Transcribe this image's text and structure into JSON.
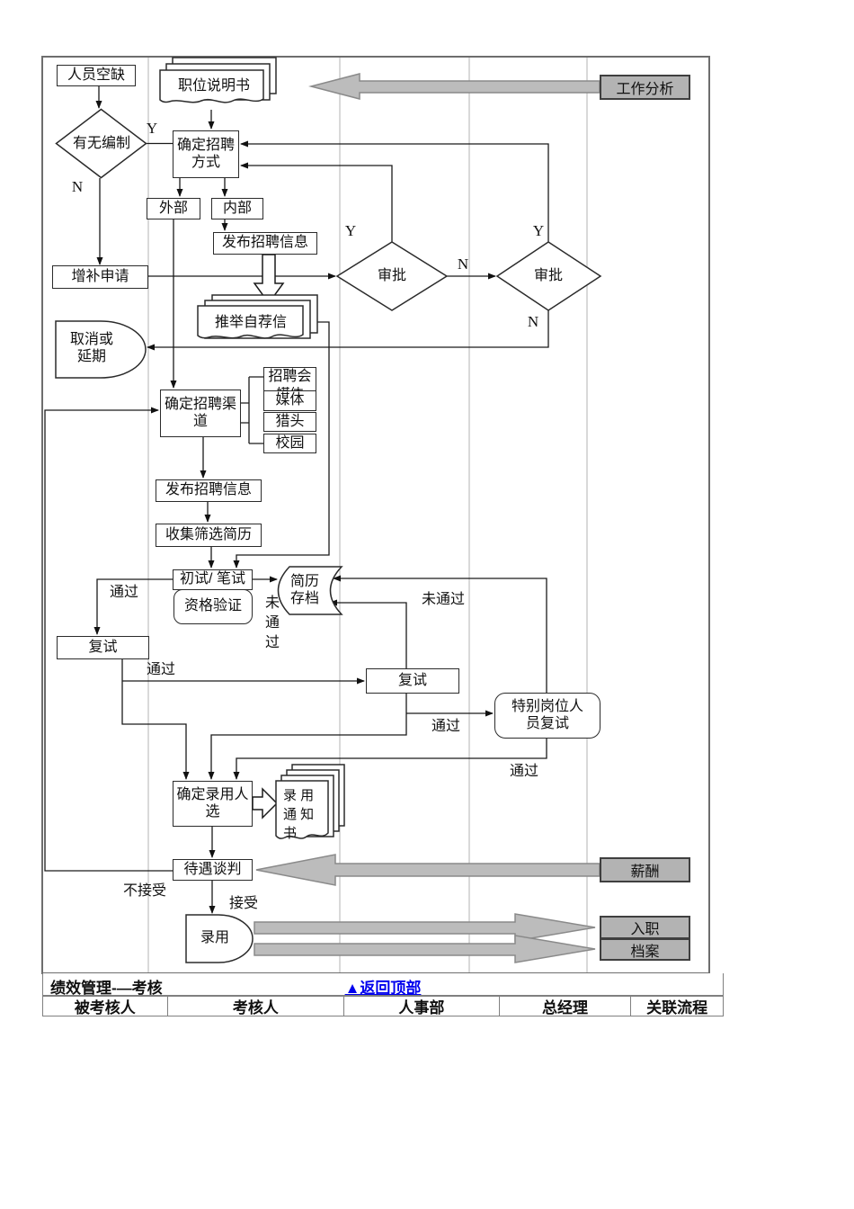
{
  "nodes": {
    "vacancy": "人员空缺",
    "headcount": "有无编制",
    "job_desc": "职位说明书",
    "confirm_method": "确定招聘\n方式",
    "external": "外部",
    "internal": "内部",
    "publish_info": "发布招聘信息",
    "supplement": "增补申请",
    "approval": "审批",
    "letters": "推举自荐信",
    "cancel": "取消或\n延期",
    "confirm_channel": "确定招聘渠\n道",
    "channels": [
      "招聘会",
      "媒体",
      "猎头",
      "校园"
    ],
    "channel_clipped": "媒体",
    "collect": "收集筛选简历",
    "first_test": "初试/ 笔试",
    "qualification": "资格验证",
    "resume_archive": "简历\n存档",
    "retest": "复试",
    "special_retest": "特别岗位人\n员复试",
    "confirm_hire": "确定录用人\n选",
    "offer_letter": "录 用\n通 知\n书",
    "negotiation": "待遇谈判",
    "hire": "录用"
  },
  "edge_labels": {
    "yes": "Y",
    "no": "N",
    "pass": "通过",
    "fail": "未通过",
    "fail_vertical": "未\n通\n过",
    "accept": "接受",
    "reject": "不接受"
  },
  "related": {
    "job_analysis": "工作分析",
    "salary": "薪酬",
    "onboarding": "入职",
    "archives": "档案"
  },
  "footer": {
    "section_title": "绩效管理-—考核",
    "back_to_top": "▲返回顶部",
    "columns": [
      "被考核人",
      "考核人",
      "人事部",
      "总经理",
      "关联流程"
    ]
  },
  "colors": {
    "link_blue": "#0000ee",
    "gray_fill": "#b3b3b3",
    "lane_line": "#c9c9c9",
    "wire": "#1a1a1a"
  }
}
